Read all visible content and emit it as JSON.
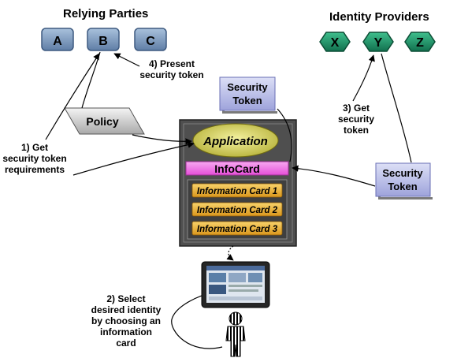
{
  "headings": {
    "relying_parties": "Relying Parties",
    "identity_providers": "Identity Providers"
  },
  "relying_parties": [
    "A",
    "B",
    "C"
  ],
  "identity_providers": [
    "X",
    "Y",
    "Z"
  ],
  "policy": "Policy",
  "security_token": [
    "Security",
    "Token"
  ],
  "application": "Application",
  "infocard": "InfoCard",
  "information_cards": [
    "Information Card 1",
    "Information Card 2",
    "Information Card 3"
  ],
  "steps": {
    "step1": [
      "1) Get",
      "security token",
      "requirements"
    ],
    "step2": [
      "2) Select",
      "desired identity",
      "by choosing an",
      "information",
      "card"
    ],
    "step3": [
      "3) Get",
      "security",
      "token"
    ],
    "step4": [
      "4) Present",
      "security token"
    ]
  },
  "colors": {
    "party_box": "#6f8fb6",
    "provider_hex": "#1e8a63",
    "infocard_bar": "#f070e6",
    "card_gold": "#f2b330",
    "token_box": "#b9bde8",
    "panel": "#545454"
  }
}
